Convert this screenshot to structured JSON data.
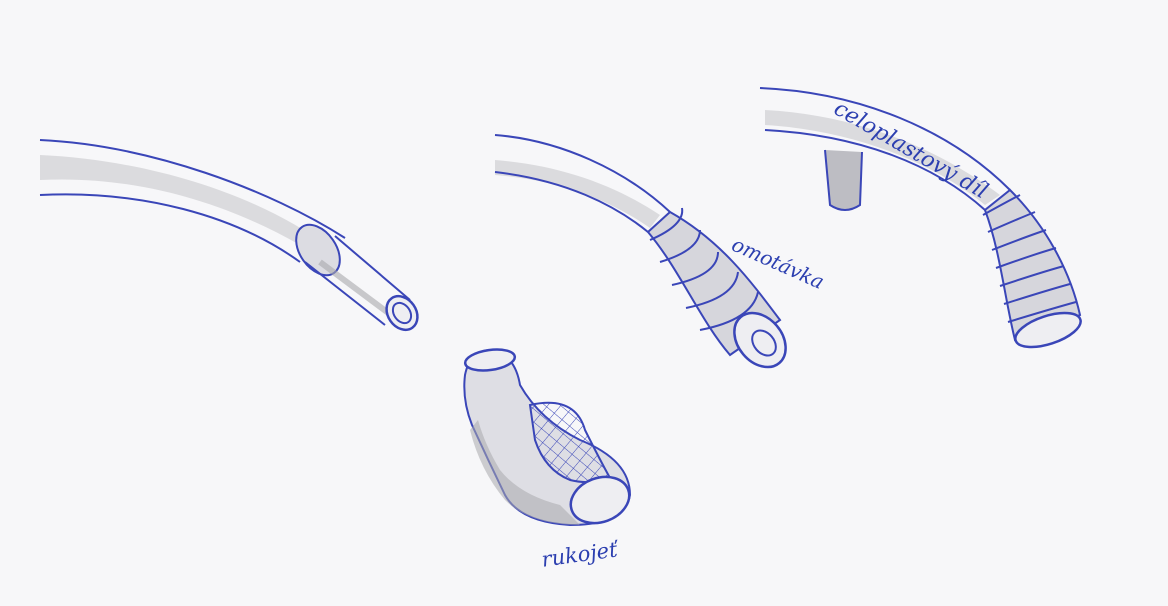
{
  "labels": {
    "wrap": "omotávka",
    "plastic_part": "celoplastový díl",
    "grip": "rukojeť"
  },
  "colors": {
    "paper": "#f7f7f9",
    "ink": "#3a46b8",
    "pencil": "#a9a9ad"
  }
}
